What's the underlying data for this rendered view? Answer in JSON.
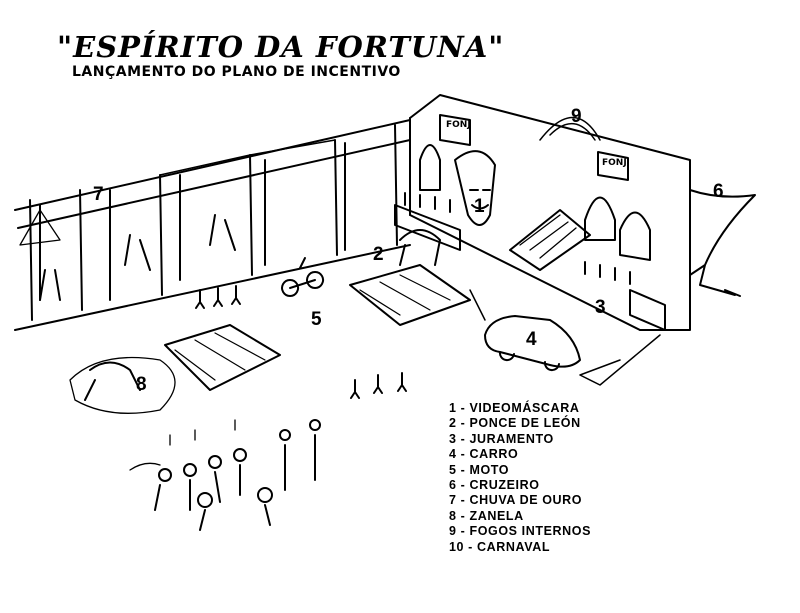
{
  "title": "\"ESPÍRITO DA FORTUNA\"",
  "subtitle": "LANÇAMENTO DO PLANO DE INCENTIVO",
  "signs": [
    "FONJ",
    "FONJ"
  ],
  "markers": [
    "1",
    "2",
    "3",
    "4",
    "5",
    "6",
    "7",
    "8",
    "9"
  ],
  "legend": [
    "1 - VIDEOMÁSCARA",
    "2 - PONCE DE LEÓN",
    "3 - JURAMENTO",
    "4 - CARRO",
    "5 - MOTO",
    "6 - CRUZEIRO",
    "7 - CHUVA DE OURO",
    "8 - ZANELA",
    "9 - FOGOS INTERNOS",
    "10 - CARNAVAL"
  ]
}
